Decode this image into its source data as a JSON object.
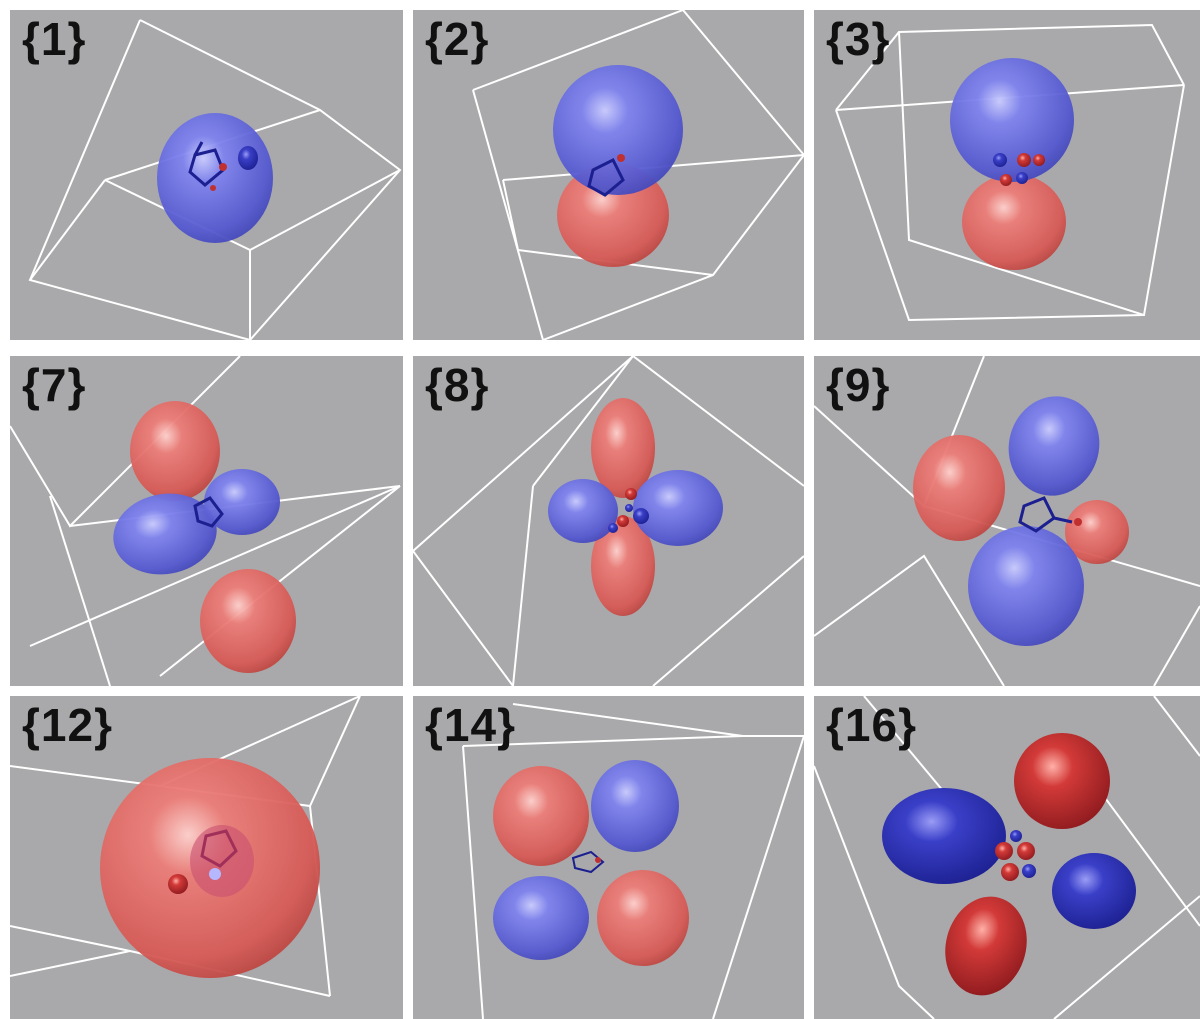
{
  "panels": [
    {
      "label": "{1}",
      "content": "blue-sphere-orbital"
    },
    {
      "label": "{2}",
      "content": "p-orbital-vertical"
    },
    {
      "label": "{3}",
      "content": "p-orbital-vertical"
    },
    {
      "label": "{7}",
      "content": "d-orbital-four-lobe"
    },
    {
      "label": "{8}",
      "content": "d-orbital-four-lobe"
    },
    {
      "label": "{9}",
      "content": "d-orbital-asymmetric"
    },
    {
      "label": "{12}",
      "content": "red-sphere-orbital"
    },
    {
      "label": "{14}",
      "content": "d-orbital-four-lobe"
    },
    {
      "label": "{16}",
      "content": "d-orbital-four-lobe"
    }
  ],
  "colors": {
    "background": "#a9a9ab",
    "frame": "#ffffff",
    "positive_lobe": "#6b6fe0",
    "negative_lobe": "#e06a68",
    "dark_blue_lobe": "#2a2fb0",
    "dark_red_lobe": "#b8242a",
    "molecule": "#1b1f8f"
  }
}
